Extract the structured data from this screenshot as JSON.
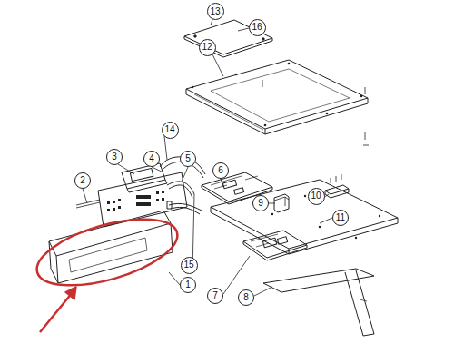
{
  "diagram": {
    "nodes": [
      {
        "text": [
          "13"
        ]
      },
      {
        "text": [
          "16"
        ]
      },
      {
        "text": [
          "12"
        ]
      },
      {
        "text": [
          "14"
        ]
      },
      {
        "text": [
          "3"
        ]
      },
      {
        "text": [
          "4"
        ]
      },
      {
        "text": [
          "5"
        ]
      },
      {
        "text": [
          "6"
        ]
      },
      {
        "text": [
          "2"
        ]
      },
      {
        "text": [
          "10"
        ]
      },
      {
        "text": [
          "9"
        ]
      },
      {
        "text": [
          "11"
        ]
      },
      {
        "text": [
          "15"
        ]
      },
      {
        "text": [
          "1"
        ]
      },
      {
        "text": [
          "7"
        ]
      },
      {
        "text": [
          "8"
        ]
      }
    ]
  }
}
